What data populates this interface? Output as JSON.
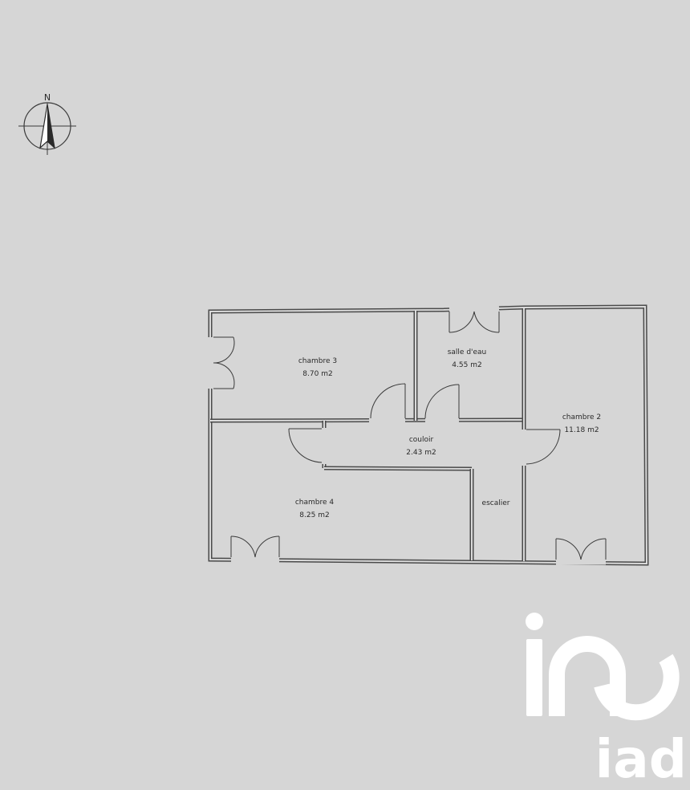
{
  "compass": {
    "north_label": "N",
    "icon": "north-arrow-icon"
  },
  "rooms": {
    "chambre3": {
      "name": "chambre 3",
      "area": "8.70 m2"
    },
    "salle_eau": {
      "name": "salle d'eau",
      "area": "4.55 m2"
    },
    "chambre2": {
      "name": "chambre 2",
      "area": "11.18 m2"
    },
    "couloir": {
      "name": "couloir",
      "area": "2.43 m2"
    },
    "chambre4": {
      "name": "chambre 4",
      "area": "8.25 m2"
    },
    "escalier": {
      "name": "escalier"
    }
  },
  "watermark": {
    "brand": "iad",
    "icon": "iad-logo-icon",
    "color": "#ffffff"
  },
  "colors": {
    "background": "#d6d6d6",
    "walls": "#4a4a4a"
  }
}
